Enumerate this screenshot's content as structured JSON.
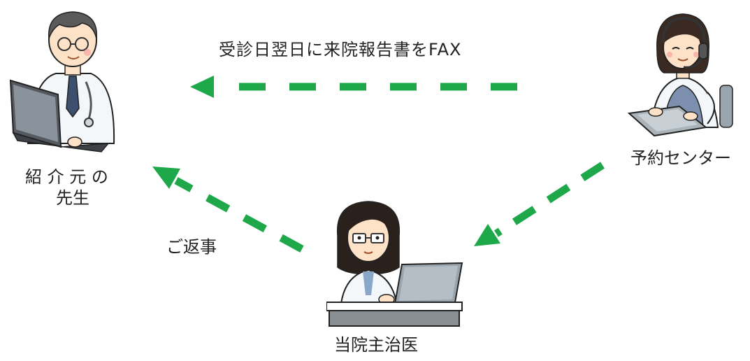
{
  "nodes": {
    "referring_doctor": {
      "label_line1": "紹 介 元 の",
      "label_line2": "先生"
    },
    "call_center": {
      "label": "予約センター"
    },
    "attending_doctor": {
      "label": "当院主治医"
    }
  },
  "edges": {
    "fax_report": {
      "label": "受診日翌日に来院報告書をFAX"
    },
    "reply": {
      "label": "ご返事"
    }
  },
  "colors": {
    "arrow": "#1fa84a",
    "skin": "#fde2c8",
    "laptop_dark": "#555a60",
    "laptop_light": "#9aa4ac",
    "coat": "#f4f7fa",
    "vest": "#7c8fae"
  }
}
